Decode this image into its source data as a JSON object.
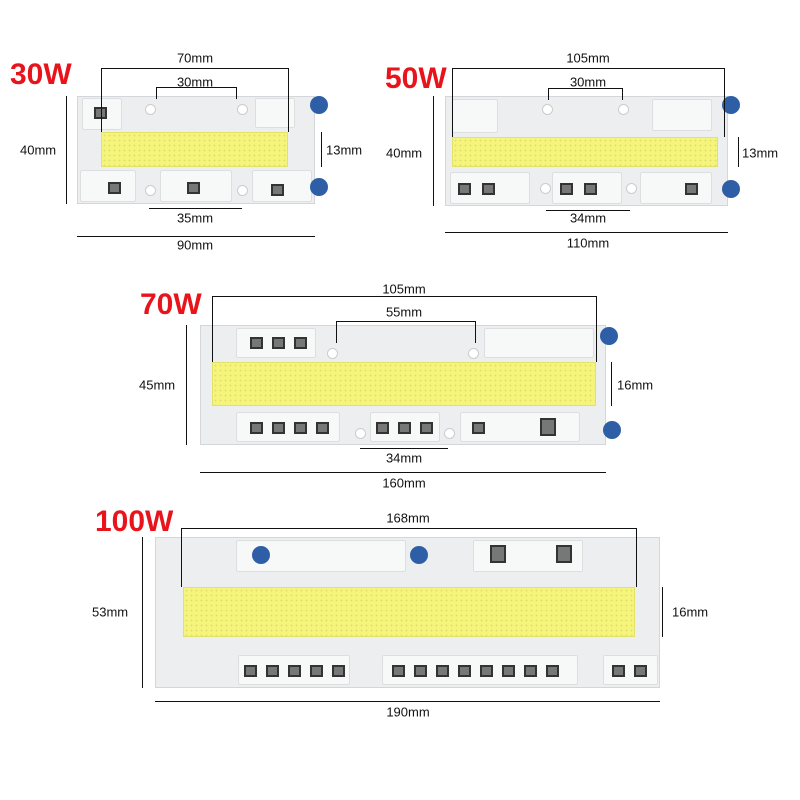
{
  "modules": [
    {
      "title": "30W",
      "width_overall": "90mm",
      "width_strip": "70mm",
      "hole_spacing_top": "30mm",
      "hole_spacing_bottom": "35mm",
      "height": "40mm",
      "strip_height": "13mm"
    },
    {
      "title": "50W",
      "width_overall": "110mm",
      "width_strip": "105mm",
      "hole_spacing_top": "30mm",
      "hole_spacing_bottom": "34mm",
      "height": "40mm",
      "strip_height": "13mm"
    },
    {
      "title": "70W",
      "width_overall": "160mm",
      "width_strip": "105mm",
      "hole_spacing_top": "55mm",
      "hole_spacing_bottom": "34mm",
      "height": "45mm",
      "strip_height": "16mm"
    },
    {
      "title": "100W",
      "width_overall": "190mm",
      "width_strip": "168mm",
      "height": "53mm",
      "strip_height": "16mm"
    }
  ],
  "colors": {
    "title": "#e8141b",
    "strip": "#f4f57a",
    "pcb": "#eceeef",
    "capacitor": "#2e5fa6"
  }
}
